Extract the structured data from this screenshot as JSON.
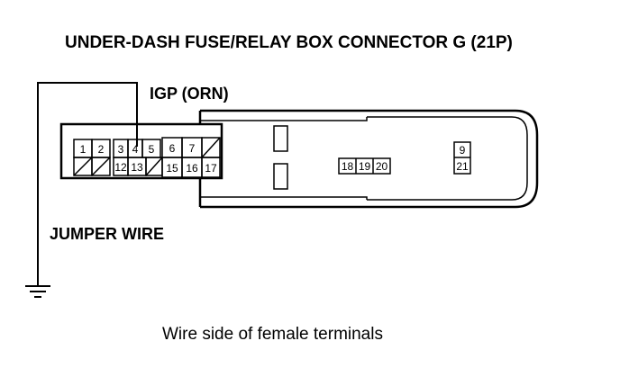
{
  "diagram": {
    "title": "UNDER-DASH FUSE/RELAY BOX CONNECTOR G (21P)",
    "wire_label": "IGP (ORN)",
    "jumper_label": "JUMPER WIRE",
    "caption": "Wire side of female terminals",
    "terminals": [
      "1",
      "2",
      "3",
      "4",
      "5",
      "6",
      "7",
      "9",
      "12",
      "13",
      "15",
      "16",
      "17",
      "18",
      "19",
      "20",
      "21"
    ],
    "line_color": "#000000",
    "background_color": "#ffffff"
  }
}
